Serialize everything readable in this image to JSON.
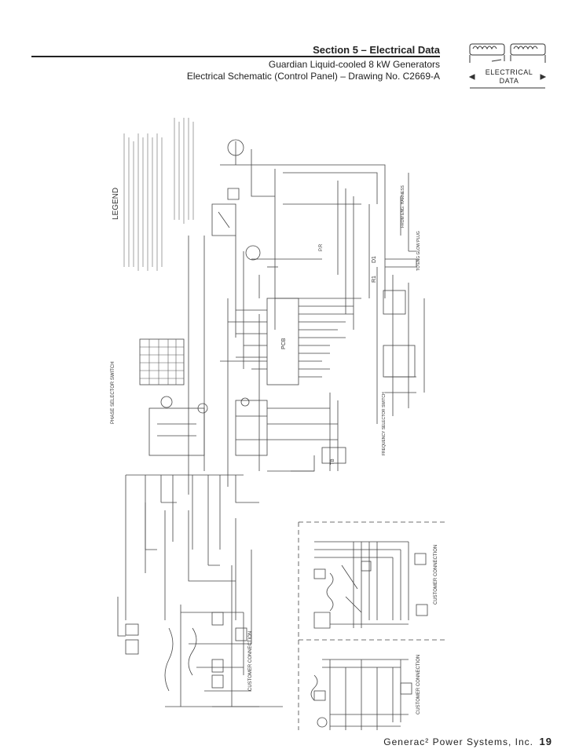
{
  "header": {
    "section_title": "Section 5 – Electrical Data",
    "subtitle_1": "Guardian Liquid-cooled 8 kW Generators",
    "subtitle_2": "Electrical Schematic (Control Panel) – Drawing No. C2669-A"
  },
  "badge": {
    "line_1": "ELECTRICAL",
    "line_2": "DATA",
    "icon": "electrical-coils-icon"
  },
  "schematic": {
    "legend_title": "LEGEND",
    "labels": {
      "phase_selector_switch": "PHASE SELECTOR SWITCH",
      "pcb": "PCB",
      "pr": "P.R",
      "r1": "R1",
      "d1": "D1",
      "tb": "TB",
      "customer_connection": "CUSTOMER CONNECTION",
      "from_eng_harness": "FROM ENG. HARNESS",
      "to_eng_glow_plug": "TO ENG GLOW PLUG",
      "frequency_selector": "FREQUENCY SELECTOR SWITCH"
    }
  },
  "footer": {
    "brand": "Generac² Power Systems, Inc.",
    "page_number": "19"
  }
}
